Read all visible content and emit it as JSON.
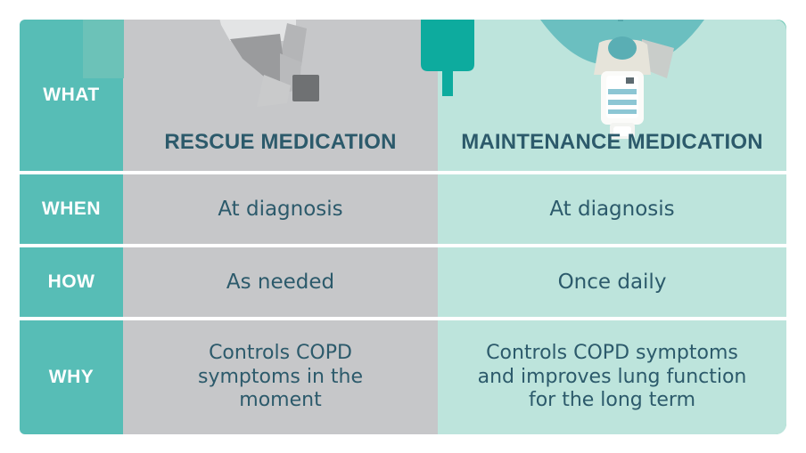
{
  "infographic": {
    "title_row_label": "WHAT",
    "columns": [
      {
        "key": "label",
        "header": ""
      },
      {
        "key": "rescue",
        "header": "RESCUE MEDICATION",
        "icon": "rescue-inhaler-icon"
      },
      {
        "key": "maintenance",
        "header": "MAINTENANCE MEDICATION",
        "icon": "maintenance-inhaler-icon"
      }
    ],
    "rows": [
      {
        "label": "WHAT",
        "rescue": "RESCUE MEDICATION",
        "maintenance": "MAINTENANCE MEDICATION"
      },
      {
        "label": "WHEN",
        "rescue": "At diagnosis",
        "maintenance": "At diagnosis"
      },
      {
        "label": "HOW",
        "rescue": "As needed",
        "maintenance": "Once daily"
      },
      {
        "label": "WHY",
        "rescue": "Controls COPD symptoms in the moment",
        "maintenance": "Controls COPD symptoms and improves lung function for the long term"
      }
    ],
    "colors": {
      "label_column": "#57bdb6",
      "label_accent": "#6cc2b8",
      "rescue_column": "#c6c7c9",
      "maintenance_column": "#bde4dc",
      "accent_slab": "#59bfaa",
      "canister": "#0dab9e",
      "heading_text": "#2c5a6b",
      "body_text": "#2c5a6b",
      "label_text": "#ffffff",
      "separator": "#ffffff",
      "page_background": "#ffffff"
    }
  }
}
